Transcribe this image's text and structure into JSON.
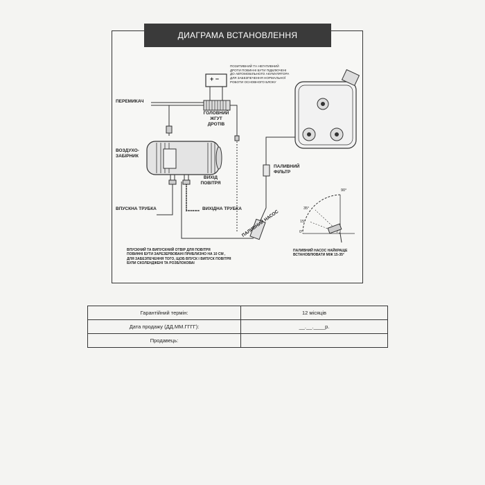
{
  "header": {
    "title": "ДИАГРАМА ВСТАНОВЛЕННЯ"
  },
  "diagram": {
    "battery_signs": "+  −",
    "battery_note": [
      "ПОЗИТИВНИЙ ТА НЕГАТИВНИЙ",
      "ДРОТИ ПОВИННІ БУТИ ПІДКЛЮЧЕНІ",
      "ДО АВТОМОБІЛЬНОГО АКУМУЛЯТОРА",
      "ДЛЯ ЗАБЕЗПЕЧЕННЯ НОРМАЛЬНОЇ",
      "РОБОТИ ОСНОВНОГО БЛОКУ"
    ],
    "switch_label": "ПЕРЕМИКАЧ",
    "harness_label": [
      "ГОЛОВНИЙ",
      "ЖГУТ",
      "ДРОТІВ"
    ],
    "air_intake_label": [
      "ВОЗДУХО-",
      "ЗАБІРНИК"
    ],
    "air_outlet_label": [
      "ВИХІД",
      "ПОВІТРЯ"
    ],
    "intake_pipe_label": "ВПУСКНА ТРУБКА",
    "exhaust_pipe_label": "ВИХІДНА ТРУБКА",
    "fuel_filter_label": [
      "ПАЛИВНИЙ",
      "ФІЛЬТР"
    ],
    "fuel_pump_label": "ПАЛИВНИЙ НАСОС",
    "angle_90": "90°",
    "angle_35": "35°",
    "angle_15": "15°",
    "angle_0": "0°",
    "pump_angle_note": [
      "ПАЛИВНИЙ НАСОС НАЙКРАЩЕ",
      "ВСТАНОВЛЮВАТИ МІЖ 15-35°"
    ],
    "holes_note": [
      "ВПУСКНИЙ ТА ВИПУСКНИЙ ОТВІР ДЛЯ ПОВІТРЯ",
      "ПОВИННІ БУТИ ЗАРЕЗЕРВОВАНІ ПРИБЛИЗНО НА 10 СМ ,",
      "ДЛЯ ЗАБЕЗПЕЧЕННЯ ТОГО, ЩОБ ВПУСК І ВИПУСК ПОВІТРЯ",
      "БУЛИ СКОЛЕНДЖЕНІ ТА РОЗБЛОКОВАІ"
    ]
  },
  "table": {
    "rows": [
      {
        "label": "Гарантійний термін:",
        "value": "12 місяців"
      },
      {
        "label": "Дата продажу (ДД.ММ.ГГГГ):",
        "value": "__.__.____р."
      },
      {
        "label": "Продавець:",
        "value": ""
      }
    ]
  }
}
